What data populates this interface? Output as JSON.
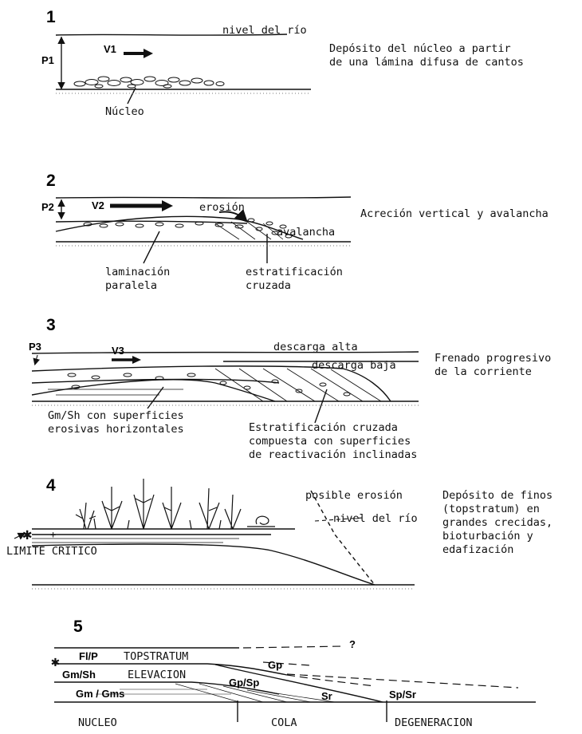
{
  "panel1": {
    "number": "1",
    "river_level": "nivel del río",
    "depth": "P1",
    "velocity": "V1",
    "core": "Núcleo",
    "description": "Depósito del núcleo a partir\nde una lámina difusa de cantos"
  },
  "panel2": {
    "number": "2",
    "depth": "P2",
    "velocity": "V2",
    "erosion": "erosión",
    "avalanche": "avalancha",
    "parallel_lamination": "laminación\nparalela",
    "cross_stratification": "estratificación\ncruzada",
    "description": "Acreción vertical y avalancha"
  },
  "panel3": {
    "number": "3",
    "depth": "P3",
    "velocity": "V3",
    "high_discharge": "descarga alta",
    "low_discharge": "descarga baja",
    "gm_sh": "Gm/Sh con superficies\nerosivas horizontales",
    "compound": "Estratificación cruzada\ncompuesta con superficies\nde reactivación inclinadas",
    "description": "Frenado progresivo\nde la corriente"
  },
  "panel4": {
    "number": "4",
    "possible_erosion": "posible erosión",
    "river_level": "nivel del río",
    "critical_limit": "LIMITE CRITICO",
    "description": "Depósito de finos\n(topstratum) en\ngrandes crecidas,\nbioturbación y\nedafización"
  },
  "panel5": {
    "number": "5",
    "fl_p": "Fl/P",
    "topstratum": "TOPSTRATUM",
    "gm_sh": "Gm/Sh",
    "elevacion": "ELEVACION",
    "gm_gms": "Gm / Gms",
    "gp_sp": "Gp/Sp",
    "gp": "Gp",
    "sr": "Sr",
    "sp_sr": "Sp/Sr",
    "question": "?",
    "zones": [
      "NUCLEO",
      "COLA",
      "DEGENERACION"
    ]
  }
}
